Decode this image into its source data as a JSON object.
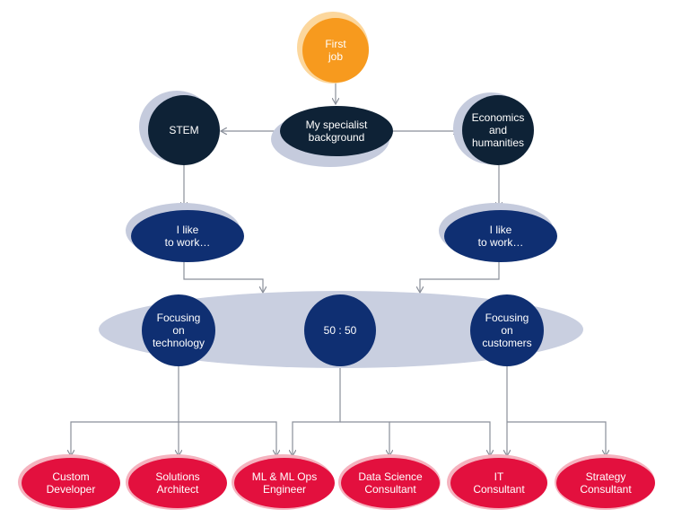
{
  "colors": {
    "orange": "#f79a1e",
    "dark_navy": "#0e2236",
    "navy": "#0f2f72",
    "red": "#e3103e",
    "shadow_grey": "#c5cbdd",
    "connector": "#8a8f9a"
  },
  "nodes": {
    "first_job": "First\njob",
    "specialist_background": "My specialist\nbackground",
    "stem": "STEM",
    "economics": "Economics\nand\nhumanities",
    "like_to_work_left": "I like\nto work…",
    "like_to_work_right": "I like\nto work…",
    "focus_technology": "Focusing\non\ntechnology",
    "fifty_fifty": "50 : 50",
    "focus_customers": "Focusing\non\ncustomers",
    "custom_developer": "Custom\nDeveloper",
    "solutions_architect": "Solutions\nArchitect",
    "ml_engineer": "ML & ML Ops\nEngineer",
    "data_science_consultant": "Data Science\nConsultant",
    "it_consultant": "IT\nConsultant",
    "strategy_consultant": "Strategy\nConsultant"
  }
}
